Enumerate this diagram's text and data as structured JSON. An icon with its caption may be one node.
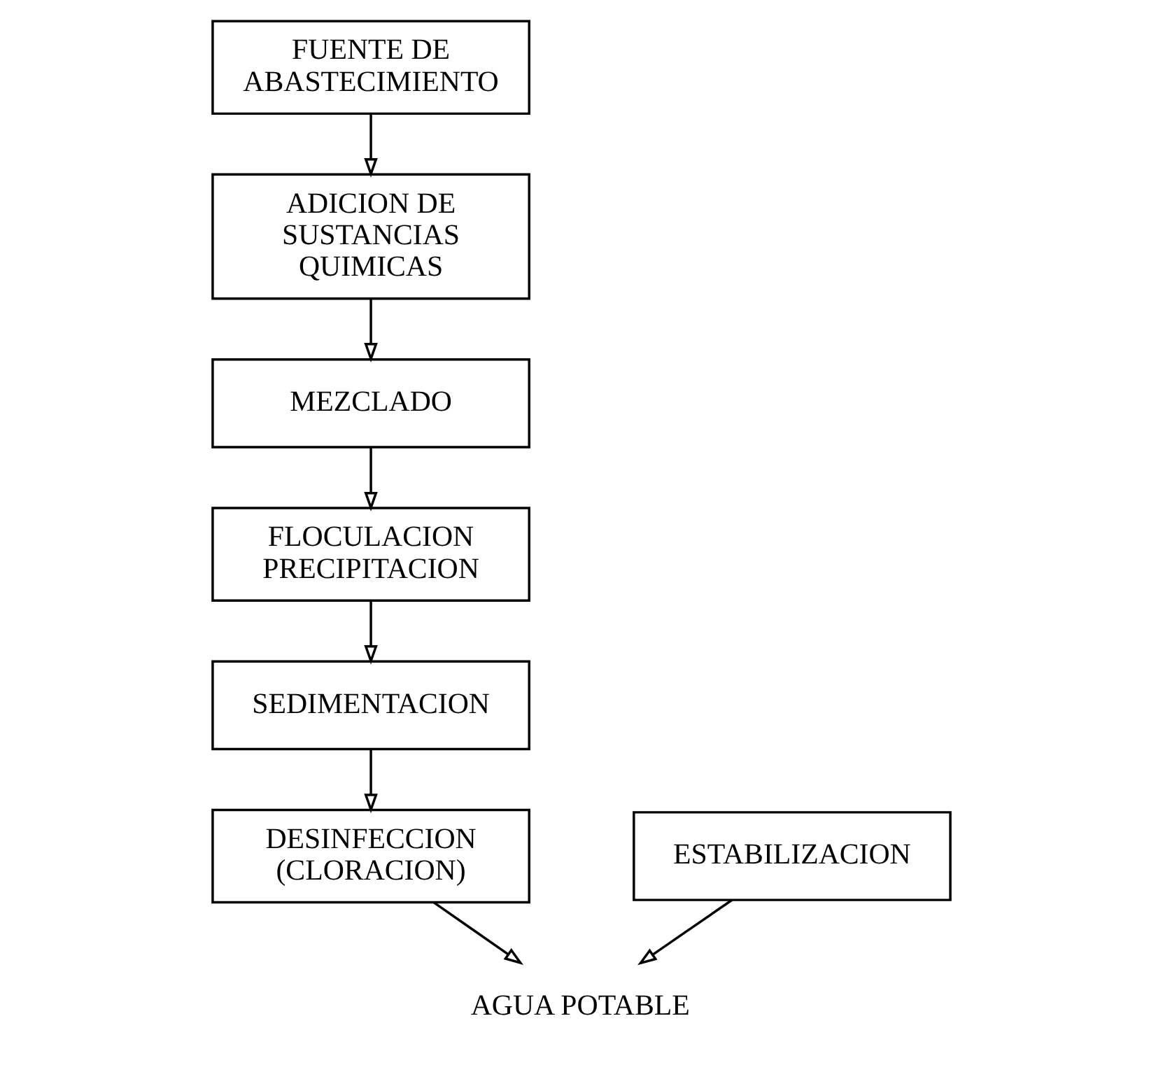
{
  "diagram": {
    "nodes": [
      {
        "text": [
          "FUENTE DE ABASTECIMIENTO"
        ]
      },
      {
        "text": [
          "ADICION DE SUSTANCIAS QUIMICAS"
        ]
      },
      {
        "text": [
          "MEZCLADO"
        ]
      },
      {
        "text": [
          "FLOCULACION PRECIPITACION"
        ]
      },
      {
        "text": [
          "SEDIMENTACION"
        ]
      },
      {
        "text": [
          "DESINFECCION (CLORACION)"
        ]
      },
      {
        "text": [
          "ESTABILIZACION"
        ]
      },
      {
        "text": [
          "AGUA POTABLE"
        ]
      }
    ],
    "edges": [
      {
        "from": 0,
        "to": 1,
        "arrow": "to"
      },
      {
        "from": 1,
        "to": 2,
        "arrow": "to"
      },
      {
        "from": 2,
        "to": 3,
        "arrow": "to"
      },
      {
        "from": 3,
        "to": 4,
        "arrow": "to"
      },
      {
        "from": 4,
        "to": 5,
        "arrow": "to"
      },
      {
        "from": 5,
        "to": 7,
        "arrow": "to"
      },
      {
        "from": 6,
        "to": 7,
        "arrow": "to"
      }
    ]
  }
}
